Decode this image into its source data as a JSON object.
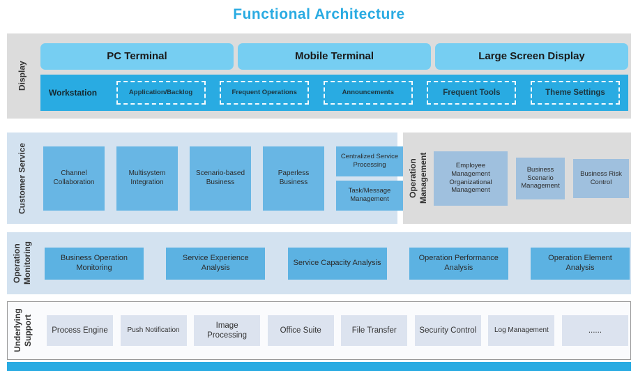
{
  "title": "Functional Architecture",
  "colors": {
    "accent": "#29abe2",
    "band-gray": "#dcdcdc",
    "band-blue": "#d3e2f0",
    "terminal-blue": "#76cef2",
    "box-blue": "#68b6e4",
    "box-bluegray": "#9fc0de",
    "monitor-blue": "#5cb2e2",
    "support-box": "#dce3ef",
    "text-dark": "#333333"
  },
  "display": {
    "label": "Display",
    "terminals": [
      "PC Terminal",
      "Mobile Terminal",
      "Large Screen Display"
    ],
    "workstation": {
      "label": "Workstation",
      "items": [
        "Application/Backlog",
        "Frequent Operations",
        "Announcements",
        "Frequent Tools",
        "Theme Settings"
      ]
    }
  },
  "customer_service": {
    "label": "Customer Service",
    "boxes": [
      "Channel Collaboration",
      "Multisystem Integration",
      "Scenario-based Business",
      "Paperless Business"
    ],
    "stacked": [
      "Centralized Service Processing",
      "Task/Message Management"
    ]
  },
  "operation_management": {
    "label": "Operation Management",
    "boxes": [
      "Employee Management Organizational Management",
      "Business Scenario Management",
      "Business Risk Control"
    ]
  },
  "operation_monitoring": {
    "label": "Operation Monitoring",
    "boxes": [
      "Business Operation Monitoring",
      "Service Experience Analysis",
      "Service Capacity Analysis",
      "Operation Performance Analysis",
      "Operation Element Analysis"
    ]
  },
  "underlying_support": {
    "label": "Underlying Support",
    "boxes": [
      "Process Engine",
      "Push Notification",
      "Image Processing",
      "Office Suite",
      "File Transfer",
      "Security Control",
      "Log Management",
      "......"
    ]
  }
}
